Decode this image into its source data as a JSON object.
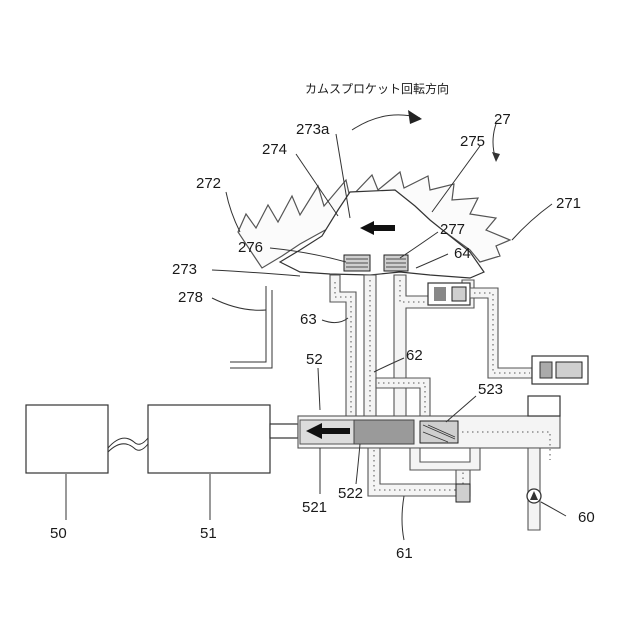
{
  "caption": "カムスプロケット回転方向",
  "labels": {
    "l27": "27",
    "l273a": "273a",
    "l274": "274",
    "l275": "275",
    "l272": "272",
    "l271": "271",
    "l276": "276",
    "l277": "277",
    "l64": "64",
    "l273": "273",
    "l278": "278",
    "l63": "63",
    "l62": "62",
    "l52": "52",
    "l523": "523",
    "l50": "50",
    "l51": "51",
    "l521": "521",
    "l522": "522",
    "l61": "61",
    "l60": "60"
  }
}
